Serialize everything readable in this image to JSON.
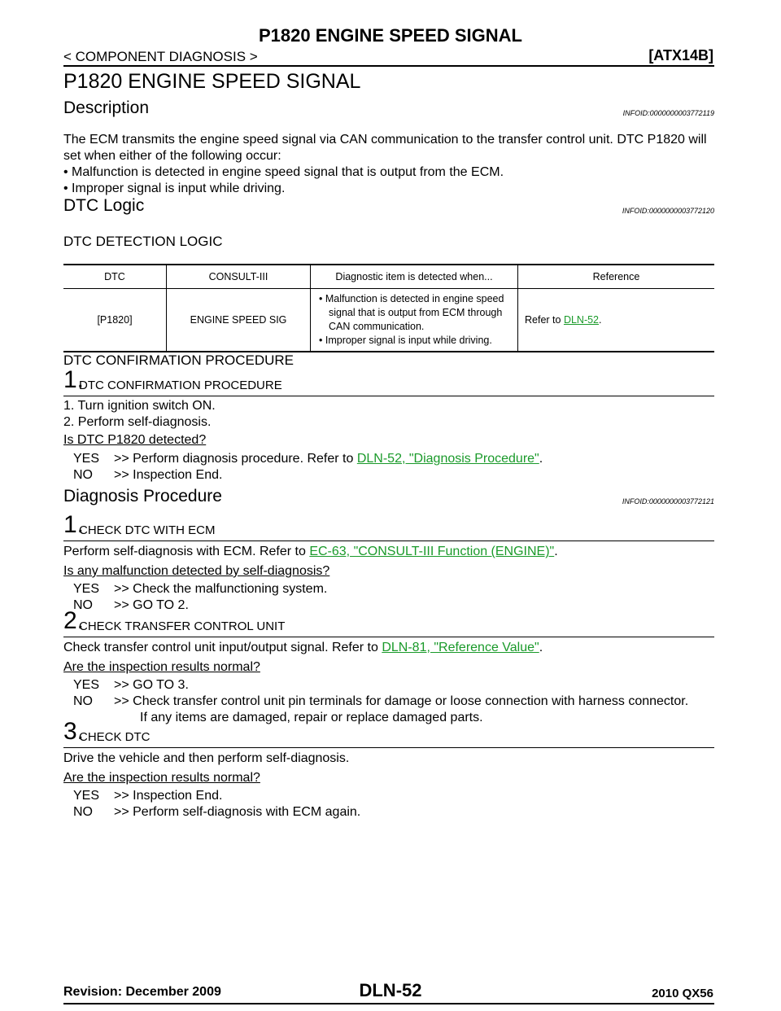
{
  "header": {
    "title": "P1820 ENGINE SPEED SIGNAL",
    "breadcrumb": "< COMPONENT DIAGNOSIS >",
    "code": "[ATX14B]"
  },
  "page_title": "P1820 ENGINE SPEED SIGNAL",
  "description": {
    "heading": "Description",
    "infoid": "INFOID:0000000003772119",
    "text": "The ECM transmits the engine speed signal via CAN communication to the transfer control unit.  DTC P1820 will set when either of the following occur:",
    "bullets": [
      "• Malfunction is detected in engine speed signal that is output from the ECM.",
      "• Improper signal is input while driving."
    ]
  },
  "dtc_logic": {
    "heading": "DTC Logic",
    "infoid": "INFOID:0000000003772120",
    "sub_heading": "DTC DETECTION LOGIC",
    "table": {
      "headers": [
        "DTC",
        "CONSULT-III",
        "Diagnostic item is detected when...",
        "Reference"
      ],
      "row": {
        "dtc": "[P1820]",
        "consult": "ENGINE SPEED SIG",
        "items": [
          "Malfunction is detected in engine speed signal that is output from ECM through CAN communication.",
          "Improper signal is input while driving."
        ],
        "ref_prefix": "Refer to ",
        "ref_link": "DLN-52",
        "ref_suffix": "."
      }
    },
    "confirm_heading": "DTC CONFIRMATION PROCEDURE",
    "confirm_step_num": "1.",
    "confirm_step_label": "DTC CONFIRMATION PROCEDURE",
    "confirm_lines": [
      "1.   Turn ignition switch ON.",
      "2.   Perform self-diagnosis."
    ],
    "confirm_question": "Is DTC P1820 detected?",
    "confirm_yes_prefix": ">> Perform diagnosis procedure. Refer to ",
    "confirm_yes_link": "DLN-52, \"Diagnosis Procedure\"",
    "confirm_yes_suffix": ".",
    "confirm_no": ">> Inspection End."
  },
  "diagnosis": {
    "heading": "Diagnosis Procedure",
    "infoid": "INFOID:0000000003772121",
    "steps": [
      {
        "num": "1.",
        "label": "CHECK DTC WITH ECM",
        "text_prefix": "Perform self-diagnosis with ECM. Refer to ",
        "text_link": "EC-63, \"CONSULT-III Function (ENGINE)\"",
        "text_suffix": ".",
        "question": "Is any malfunction detected by self-diagnosis?",
        "yes": ">> Check the malfunctioning system.",
        "no": ">> GO TO 2."
      },
      {
        "num": "2.",
        "label": "CHECK TRANSFER CONTROL UNIT",
        "text_prefix": "Check transfer control unit input/output signal. Refer to ",
        "text_link": "DLN-81, \"Reference Value\"",
        "text_suffix": ".",
        "question": "Are the inspection results normal?",
        "yes": ">> GO TO 3.",
        "no": ">> Check transfer control unit pin terminals for damage or loose connection with harness connector.",
        "no_cont": "If any items are damaged, repair or replace damaged parts."
      },
      {
        "num": "3.",
        "label": "CHECK DTC",
        "text_prefix": "Drive the vehicle and then perform self-diagnosis.",
        "question": "Are the inspection results normal?",
        "yes": ">> Inspection End.",
        "no": ">> Perform self-diagnosis with ECM again."
      }
    ]
  },
  "labels": {
    "yes": "YES",
    "no": "NO"
  },
  "footer": {
    "revision": "Revision: December 2009",
    "page": "DLN-52",
    "model": "2010 QX56"
  },
  "colors": {
    "link": "#1a9a2a"
  }
}
